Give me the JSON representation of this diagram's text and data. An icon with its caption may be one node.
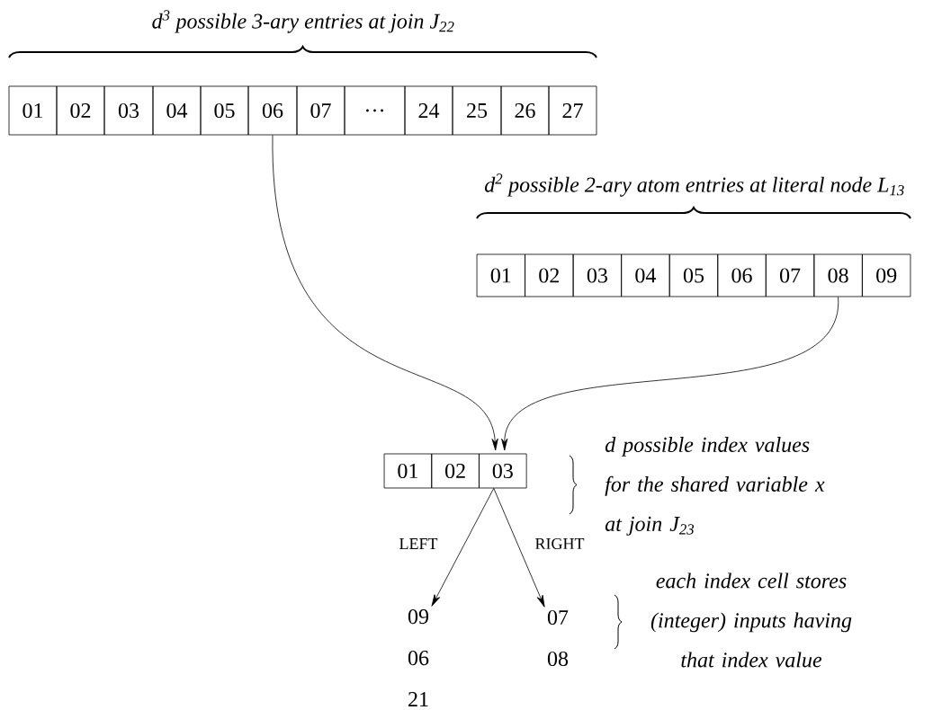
{
  "diagram": {
    "nodes": [
      {
        "text": [
          "01"
        ]
      },
      {
        "text": [
          "02"
        ]
      },
      {
        "text": [
          "03"
        ]
      },
      {
        "text": [
          "04"
        ]
      },
      {
        "text": [
          "05"
        ]
      },
      {
        "text": [
          "06"
        ]
      },
      {
        "text": [
          "07"
        ]
      },
      {
        "text": [
          "…"
        ]
      },
      {
        "text": [
          "24"
        ]
      },
      {
        "text": [
          "25"
        ]
      },
      {
        "text": [
          "26"
        ]
      },
      {
        "text": [
          "27"
        ]
      },
      {
        "text": [
          "01"
        ]
      },
      {
        "text": [
          "02"
        ]
      },
      {
        "text": [
          "03"
        ]
      },
      {
        "text": [
          "04"
        ]
      },
      {
        "text": [
          "05"
        ]
      },
      {
        "text": [
          "06"
        ]
      },
      {
        "text": [
          "07"
        ]
      },
      {
        "text": [
          "08"
        ]
      },
      {
        "text": [
          "09"
        ]
      },
      {
        "text": [
          "01"
        ]
      },
      {
        "text": [
          "02"
        ]
      },
      {
        "text": [
          "03"
        ]
      },
      {
        "text": [
          "09",
          "06",
          "21"
        ]
      },
      {
        "text": [
          "07",
          "08"
        ]
      }
    ],
    "edges": [
      {
        "from": 5,
        "to": 23,
        "arrow": "to"
      },
      {
        "from": 19,
        "to": 23,
        "arrow": "to"
      },
      {
        "from": 23,
        "to": 24,
        "arrow": "to",
        "label": "LEFT"
      },
      {
        "from": 23,
        "to": 25,
        "arrow": "to",
        "label": "RIGHT"
      }
    ],
    "labels": [
      "d$^{3}$ possible 3-ary entries at join J$_{22}$",
      "d$^{2}$ possible 2-ary atom entries at literal node L$_{13}$",
      "d possible index values for the shared variable x at join J$_{23}$",
      "each index cell stores (integer) inputs having that index value"
    ]
  }
}
